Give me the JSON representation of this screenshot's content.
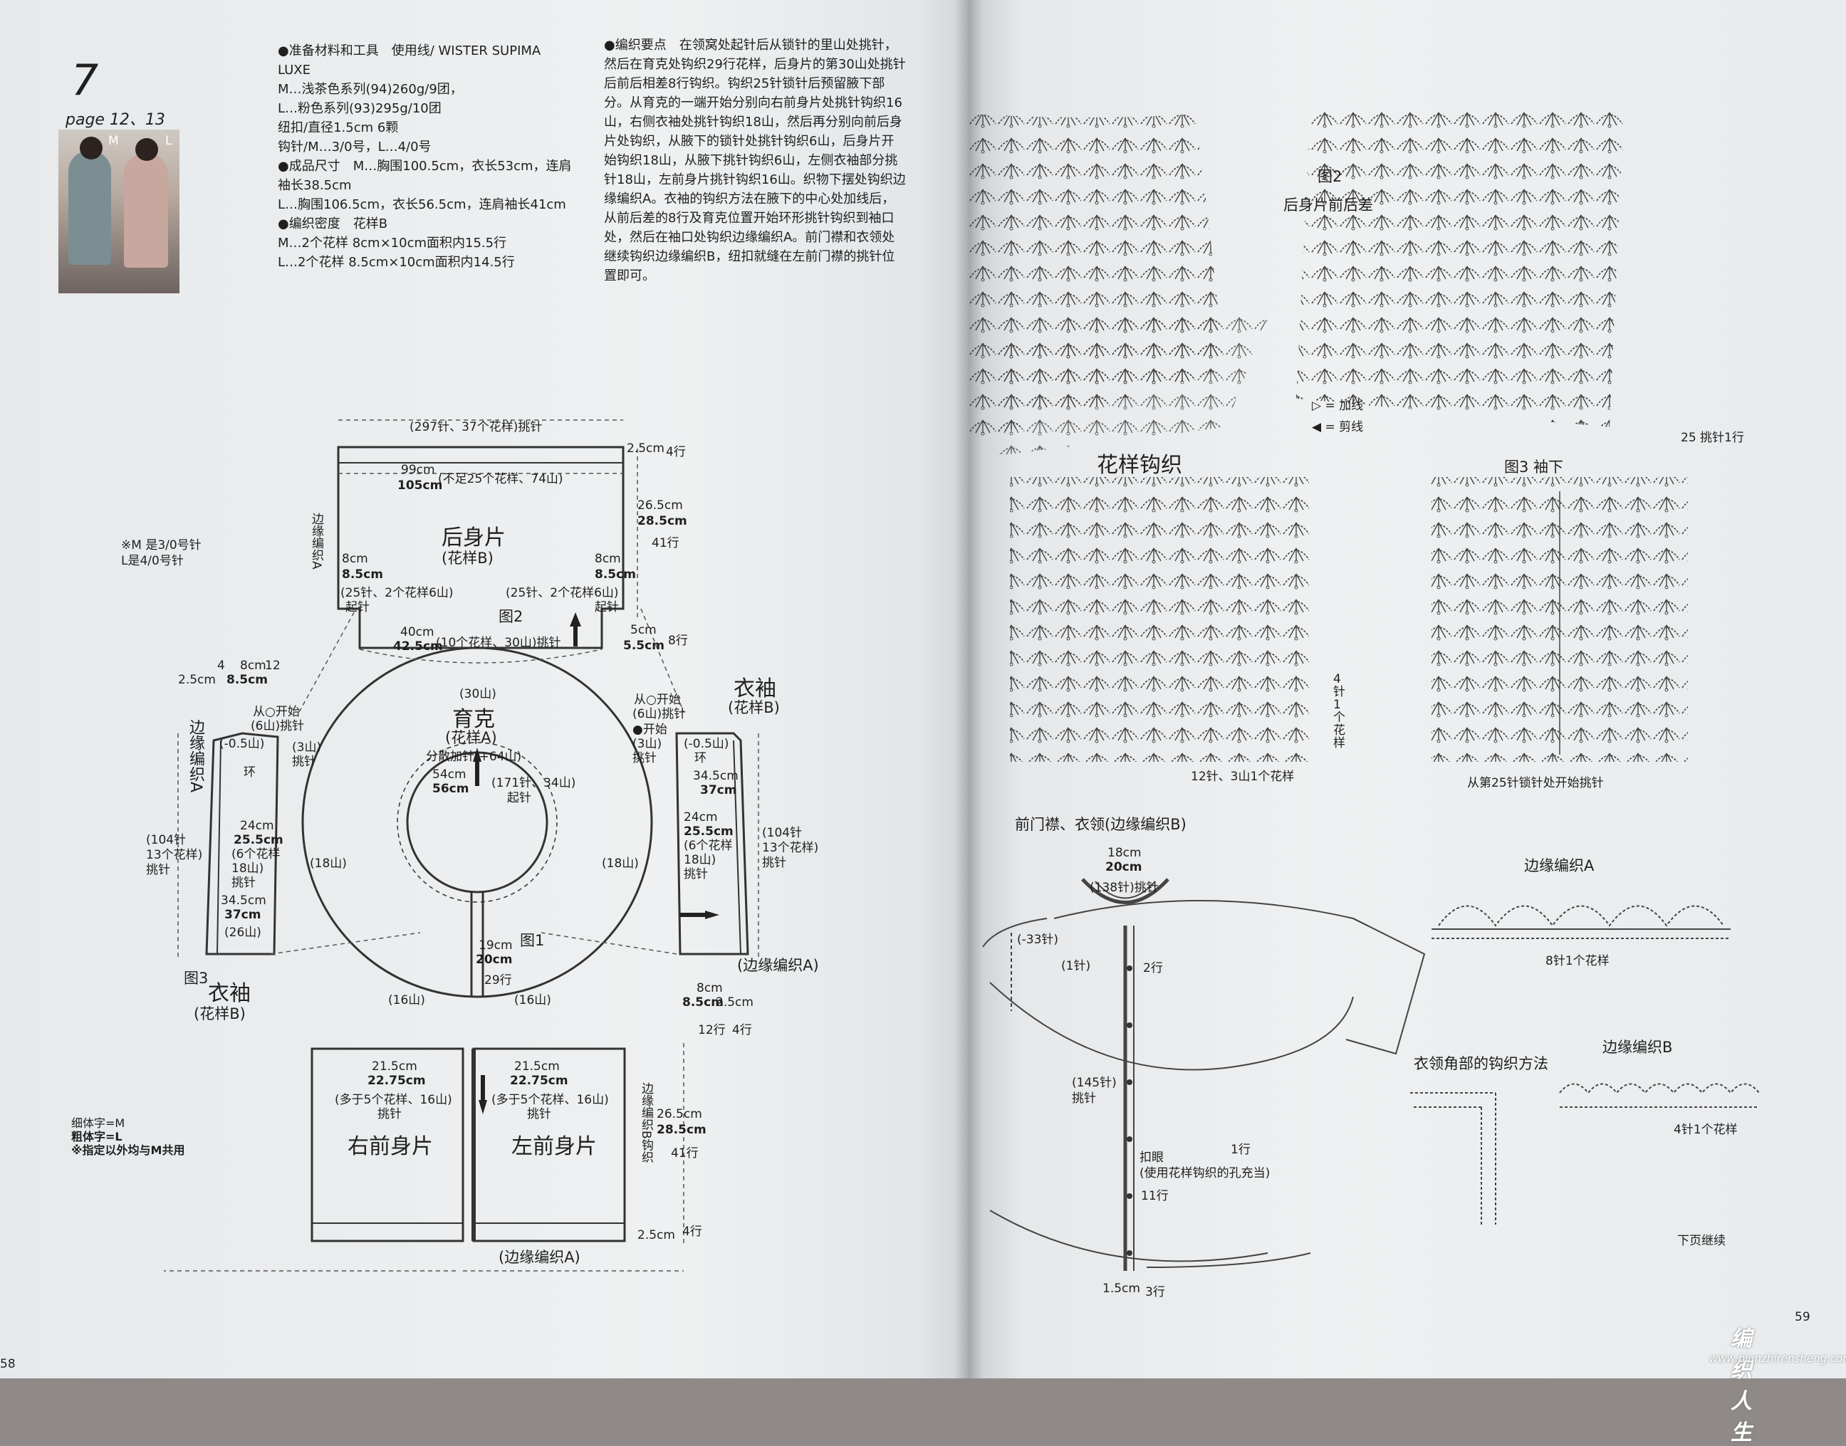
{
  "pattern": {
    "number": "7",
    "page_ref": "page 12、13",
    "size_tags": [
      "M",
      "L"
    ],
    "materials": [
      "●准备材料和工具　使用线/ WISTER SUPIMA",
      "LUXE",
      "M…浅茶色系列(94)260g/9团，",
      "L…粉色系列(93)295g/10团",
      "纽扣/直径1.5cm 6颗",
      "钩针/M…3/0号，L…4/0号",
      "●成品尺寸　M…胸围100.5cm，衣长53cm，连肩",
      "袖长38.5cm",
      "L…胸围106.5cm，衣长56.5cm，连肩袖长41cm",
      "●编织密度　花样B",
      "M…2个花样 8cm×10cm面积内15.5行",
      "L…2个花样 8.5cm×10cm面积内14.5行"
    ],
    "instructions": "●编织要点　在领窝处起针后从锁针的里山处挑针，然后在育克处钩织29行花样，后身片的第30山处挑针后前后相差8行钩织。钩织25针锁针后预留腋下部分。从育克的一端开始分别向右前身片处挑针钩织16山，右侧衣袖处挑针钩织18山，然后再分别向前后身片处钩织，从腋下的锁针处挑针钩织6山，后身片开始钩织18山，从腋下挑针钩织6山，左侧衣袖部分挑针18山，左前身片挑针钩织16山。织物下摆处钩织边缘编织A。衣袖的钩织方法在腋下的中心处加线后，从前后差的8行及育克位置开始环形挑针钩织到袖口处，然后在袖口处钩织边缘编织A。前门襟和衣领处继续钩织边缘编织B，纽扣就缝在左前门襟的挑针位置即可。"
  },
  "schematic": {
    "back": {
      "title": "后身片",
      "pattern": "(花样B)",
      "top_stitches": "(297针、37个花样)挑针",
      "width_m": "99cm",
      "width_l": "105cm",
      "width_note": "(不足25个花样、74山)",
      "height_m": "26.5cm",
      "height_l": "28.5cm",
      "rows": "41行",
      "edge_h": "2.5cm",
      "edge_rows": "4行",
      "side_vertical": "边缘编织A",
      "side_m": "8cm",
      "side_l": "8.5cm",
      "side_note": "(25针、2个花样6山)",
      "side_note2": "起针",
      "fig": "图2",
      "bottom_m": "40cm",
      "bottom_l": "42.5cm",
      "bottom_note": "(10个花样、30山)挑针",
      "bottom_h_m": "5cm",
      "bottom_h_l": "5.5cm",
      "bottom_rows": "8行"
    },
    "hook_note": "※M 是3/0号针\nL是4/0号针",
    "yoke": {
      "title": "育克",
      "pattern": "(花样A)",
      "note": "分散加针(+64山)",
      "top": "(30山)",
      "radius_m": "54cm",
      "radius_l": "56cm",
      "inner": "(171针、34山)",
      "inner2": "起针",
      "left": "(18山)",
      "right": "(18山)",
      "bottom_left": "(16山)",
      "bottom_right": "(16山)",
      "fig": "图1",
      "slit_m": "19cm",
      "slit_l": "20cm",
      "slit_rows": "29行"
    },
    "sleeve_left": {
      "title": "衣袖",
      "pattern": "(花样B)",
      "fig": "图3",
      "edge": "边缘编织A",
      "stitches": "(104针\n13个花样)\n挑针",
      "top": "8cm",
      "top2": "8.5cm",
      "top_side": "2.5cm",
      "rows_top": "4",
      "rows_top2": "12",
      "start": "从○开始",
      "start2": "(6山)挑针",
      "minus": "(-0.5山)",
      "mid_m": "24cm",
      "mid_l": "25.5cm",
      "mid_note": "(6个花样\n18山)\n挑针",
      "len_m": "34.5cm",
      "len_l": "37cm",
      "len_note": "(26山)",
      "ring": "环",
      "three": "(3山)\n挑针"
    },
    "sleeve_right": {
      "title": "衣袖",
      "pattern": "(花样B)",
      "edge": "(边缘编织A)",
      "stitches": "(104针\n13个花样)\n挑针",
      "start": "从○开始",
      "start2": "(6山)挑针",
      "start3": "●开始",
      "minus": "(-0.5山)",
      "len_m": "34.5cm",
      "len_l": "37cm",
      "mid_m": "24cm",
      "mid_l": "25.5cm",
      "mid_note": "(6个花样\n18山)\n挑针",
      "bottom": "8cm",
      "bottom_l": "8.5cm",
      "bottom_side": "2.5cm",
      "rows": "12行",
      "rows2": "4行",
      "ring": "环",
      "three": "(3山)\n挑针"
    },
    "right_front": {
      "title": "右前身片",
      "width_m": "21.5cm",
      "width_l": "22.75cm",
      "note": "(多于5个花样、16山)",
      "note2": "挑针"
    },
    "left_front": {
      "title": "左前身片",
      "width_m": "21.5cm",
      "width_l": "22.75cm",
      "note": "(多于5个花样、16山)",
      "note2": "挑针",
      "height_m": "26.5cm",
      "height_l": "28.5cm",
      "rows": "41行",
      "edge_vertical": "边缘编织B钩织",
      "edge_h": "2.5cm",
      "edge_rows": "4行"
    },
    "bottom_edge": "(边缘编织A)",
    "legend": [
      "细体字=M",
      "粗体字=L",
      "※指定以外均与M共用"
    ]
  },
  "right_page": {
    "fig2_title": "图2",
    "fig2_sub": "后身片前后差",
    "legend_add": "▷ = 加线",
    "legend_cut": "◀ = 剪线",
    "from_row": "25 挑针1行",
    "pattern_title": "花样钩织",
    "pattern_repeat": "12针、3山1个花样",
    "pattern_rows": "4\n针\n1\n个\n花\n样",
    "fig3_title": "图3 袖下",
    "fig3_note": "从第25针锁针处开始挑针",
    "edge_a_title": "边缘编织A",
    "edge_a_note": "8针1个花样",
    "front_title": "前门襟、衣领(边缘编织B)",
    "front_w_m": "18cm",
    "front_w_l": "20cm",
    "front_stitches": "(138针)挑针",
    "front_33": "(-33针)",
    "front_1": "(1针)",
    "front_2rows": "2行",
    "front_146": "(145针)\n挑针",
    "button_note": "扣眼\n(使用花样钩织的孔充当)",
    "front_11": "11行",
    "front_bottom": "1.5cm",
    "front_bottom_rows": "3行",
    "front_1row": "1行",
    "corner_title": "衣领角部的钩织方法",
    "edge_b_title": "边缘编织B",
    "edge_b_note": "4针1个花样",
    "continue": "下页继续",
    "page_num_right": "59",
    "page_num_left": "58"
  },
  "watermark": {
    "brand": "编织人生",
    "url": "www.bianzhirensheng.com"
  }
}
